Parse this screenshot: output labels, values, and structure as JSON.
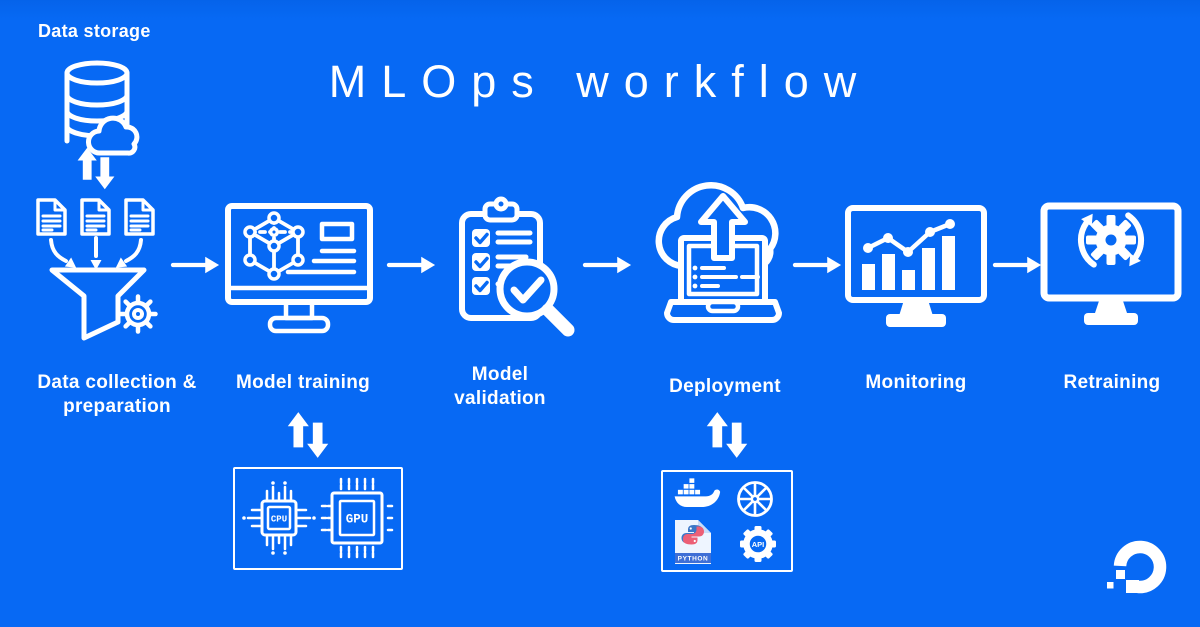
{
  "title": "MLOps workflow",
  "background_note": "digitalocean-blue-background",
  "colors": {
    "background": "#0769f4",
    "foreground": "#ffffff",
    "python_blue": "#3b77c8",
    "python_pink": "#ec5f76",
    "python_band": "#3f6fd6",
    "python_page": "#eef5ff",
    "python_fold": "#c8dcf8"
  },
  "data_storage": {
    "label": "Data storage",
    "icon": "database-cloud-icon"
  },
  "stages": [
    {
      "line1": "Data collection &",
      "line2": "preparation",
      "icon": "documents-funnel-gear-icon"
    },
    {
      "line1": "Model training",
      "line2": "",
      "icon": "cube-model-monitor-icon"
    },
    {
      "line1": "Model",
      "line2": "validation",
      "icon": "checklist-magnifier-icon"
    },
    {
      "line1": "Deployment",
      "line2": "",
      "icon": "cloud-upload-laptop-icon"
    },
    {
      "line1": "Monitoring",
      "line2": "",
      "icon": "bar-line-chart-monitor-icon"
    },
    {
      "line1": "Retraining",
      "line2": "",
      "icon": "gear-sync-monitor-icon"
    }
  ],
  "connectors": {
    "flow_arrow": "right-arrow-icon",
    "exchange_arrow": "up-down-arrows-icon"
  },
  "hardware_box": {
    "cpu_label": "CPU",
    "gpu_label": "GPU",
    "icons": [
      "cpu-chip-icon",
      "gpu-chip-icon"
    ]
  },
  "tools_box": {
    "python_label": "PYTHON",
    "api_label": "API",
    "icons": [
      "docker-whale-icon",
      "kubernetes-helm-icon",
      "python-file-icon",
      "api-gear-icon"
    ]
  },
  "brand": {
    "logo": "digitalocean-logo"
  }
}
